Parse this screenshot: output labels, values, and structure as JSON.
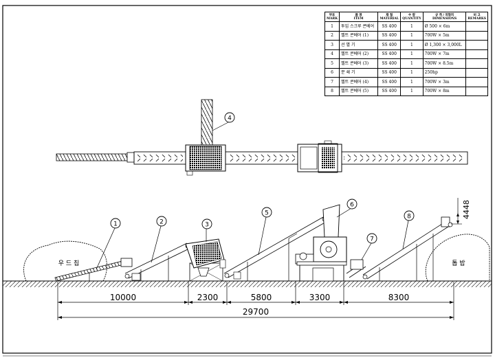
{
  "parts_table": {
    "headers": [
      {
        "ko": "부호",
        "en": "MARK"
      },
      {
        "ko": "품 명",
        "en": "ITEM"
      },
      {
        "ko": "재 질",
        "en": "MATERIAL"
      },
      {
        "ko": "수 량",
        "en": "QUANTITY"
      },
      {
        "ko": "규 격 / 외형치",
        "en": "DIMENSIONS"
      },
      {
        "ko": "비 고",
        "en": "REMARKS"
      }
    ],
    "rows": [
      {
        "mark": "1",
        "item": "투입 스크루 콘베어",
        "material": "SS 400",
        "qty": "1",
        "dim": "Ø 500 × 6m",
        "remarks": ""
      },
      {
        "mark": "2",
        "item": "벨트 콘베어 (1)",
        "material": "SS 400",
        "qty": "1",
        "dim": "700W × 5m",
        "remarks": ""
      },
      {
        "mark": "3",
        "item": "선 별 기",
        "material": "SS 400",
        "qty": "1",
        "dim": "Ø 1,300 × 3,000L",
        "remarks": ""
      },
      {
        "mark": "4",
        "item": "벨트 콘베어 (2)",
        "material": "SS 400",
        "qty": "1",
        "dim": "700W × 7m",
        "remarks": ""
      },
      {
        "mark": "5",
        "item": "벨트 콘베어 (3)",
        "material": "SS 400",
        "qty": "1",
        "dim": "700W × 8.5m",
        "remarks": ""
      },
      {
        "mark": "6",
        "item": "분 쇄 기",
        "material": "SS 400",
        "qty": "1",
        "dim": "250hp",
        "remarks": ""
      },
      {
        "mark": "7",
        "item": "벨트 콘베어 (4)",
        "material": "SS 400",
        "qty": "1",
        "dim": "700W × 3m",
        "remarks": ""
      },
      {
        "mark": "8",
        "item": "벨트 콘베어 (5)",
        "material": "SS 400",
        "qty": "1",
        "dim": "700W × 8m",
        "remarks": ""
      }
    ]
  },
  "labels": {
    "left_pile": "우 드 칩",
    "right_pile": "톱 밥"
  },
  "callouts": [
    "1",
    "2",
    "3",
    "4",
    "5",
    "6",
    "7",
    "8"
  ],
  "dimensions": {
    "segments": [
      "10000",
      "2300",
      "5800",
      "3300",
      "8300"
    ],
    "total": "29700",
    "height": "4448"
  }
}
